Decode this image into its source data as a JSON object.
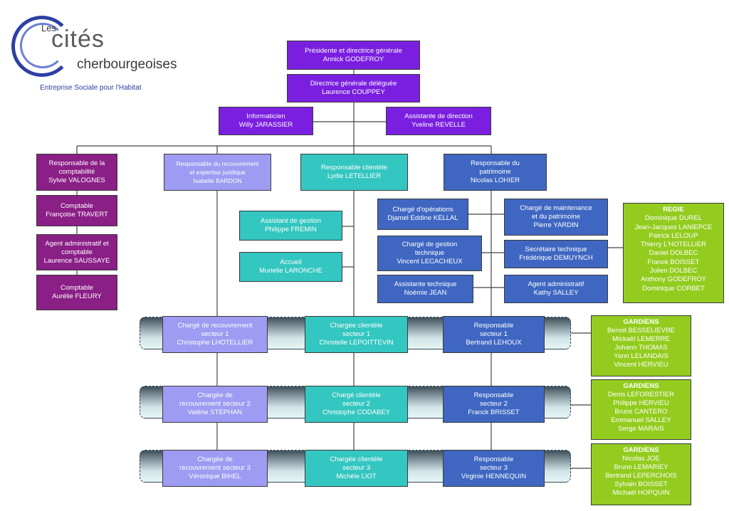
{
  "logo": {
    "les": "Les",
    "cites": "cités",
    "cherbourgeoises": "cherbourgeoises",
    "tagline": "Entreprise Sociale pour l'Habitat"
  },
  "direction": {
    "presidente": {
      "role": "Présidente et directrice générale",
      "name": "Annick GODEFROY"
    },
    "dg_deleguee": {
      "role": "Directrice générale déléguée",
      "name": "Laurence COUPPEY"
    },
    "informaticien": {
      "role": "Informaticien",
      "name": "Willy JARASSIER"
    },
    "assistante": {
      "role": "Assistante de direction",
      "name": "Yveline REVELLE"
    }
  },
  "comptabilite": {
    "head": {
      "line1": "Responsable de la",
      "line2": "comptabilité",
      "name": "Sylvie VALOGNES"
    },
    "comptable1": {
      "role": "Comptable",
      "name": "Françoise TRAVERT"
    },
    "agent": {
      "line1": "Agent administratif et",
      "line2": "comptable",
      "name": "Laurence SAUSSAYE"
    },
    "comptable2": {
      "role": "Comptable",
      "name": "Aurélie FLEURY"
    }
  },
  "recouvrement": {
    "head": {
      "line1": "Responsable du recouvrement",
      "line2": "et expertise juridique",
      "name": "Isabelle BARDON"
    }
  },
  "clientele": {
    "head": {
      "role": "Responsable clientèle",
      "name": "Lydie LETELLIER"
    },
    "assistant": {
      "role": "Assistant de gestion",
      "name": "Philippe FREMIN"
    },
    "accueil": {
      "role": "Accueil",
      "name": "Murielle LARONCHE"
    }
  },
  "patrimoine": {
    "head": {
      "line1": "Responsable du",
      "line2": "patrimoine",
      "name": "Nicolas LOHIER"
    },
    "operations": {
      "role": "Chargé d'opérations",
      "name": "Djamel Eddine KELLAL"
    },
    "maintenance": {
      "line1": "Chargé de maintenance",
      "line2": "et du patrimoine",
      "name": "Pierre YARDIN"
    },
    "gestion_tech": {
      "line1": "Chargé de gestion",
      "line2": "technique",
      "name": "Vincent LECACHEUX"
    },
    "secretaire": {
      "role": "Secrétaire technique",
      "name": "Frédérique DEMUYNCH"
    },
    "assistante_tech": {
      "role": "Assistante technique",
      "name": "Noémie JEAN"
    },
    "agent_admin": {
      "role": "Agent administratif",
      "name": "Kathy SALLEY"
    }
  },
  "regie": {
    "title": "REGIE",
    "members": [
      "Dominique DUREL",
      "Jean-Jacques LANIEPCE",
      "Patrick LELOUP",
      "Thierry L'HOTELLIER",
      "Daniel DOLBEC",
      "Franck BOISSET",
      "Julien DOLBEC",
      "Anthony GODEFROY",
      "Dominique CORBET"
    ]
  },
  "secteurs": [
    {
      "recouvrement": {
        "line1": "Chargé de recouvrement",
        "line2": "secteur 1",
        "name": "Christophe LHOTELLIER"
      },
      "clientele": {
        "line1": "Chargée clientèle",
        "line2": "secteur 1",
        "name": "Christelle LEPOITTEVIN"
      },
      "responsable": {
        "line1": "Responsable",
        "line2": "secteur 1",
        "name": "Bertrand LEHOUX"
      },
      "gardiens": {
        "title": "GARDIENS",
        "members": [
          "Benoit BESSELIEVRE",
          "Mickaël LEMERRE",
          "Johann THOMAS",
          "Yann LELANDAIS",
          "Vincent HERVIEU"
        ]
      }
    },
    {
      "recouvrement": {
        "line1": "Chargée de",
        "line2": "recouvrement secteur 2",
        "name": "Valérie STEPHAN"
      },
      "clientele": {
        "line1": "Chargé clientèle",
        "line2": "secteur 2",
        "name": "Christophe CODABEY"
      },
      "responsable": {
        "line1": "Responsable",
        "line2": "secteur 2",
        "name": "Franck BRISSET"
      },
      "gardiens": {
        "title": "GARDIENS",
        "members": [
          "Denis LEFORESTIER",
          "Philippe HERVIEU",
          "Bruce CANTERO",
          "Emmanuel SALLEY",
          "Serge MARAIS"
        ]
      }
    },
    {
      "recouvrement": {
        "line1": "Chargée de",
        "line2": "recouvrement  secteur 3",
        "name": "Véronique BIHEL"
      },
      "clientele": {
        "line1": "Chargée clientèle",
        "line2": "secteur 3",
        "name": "Michèle LIOT"
      },
      "responsable": {
        "line1": "Responsable",
        "line2": "secteur 3",
        "name": "Virginie HENNEQUIN"
      },
      "gardiens": {
        "title": "GARDIENS",
        "members": [
          "Nicolas JOE",
          "Bruno LEMARIEY",
          "Bertrand LEPERCHOIS",
          "Sylvain BOISSET",
          "Michaël HOPQUIN"
        ]
      }
    }
  ]
}
